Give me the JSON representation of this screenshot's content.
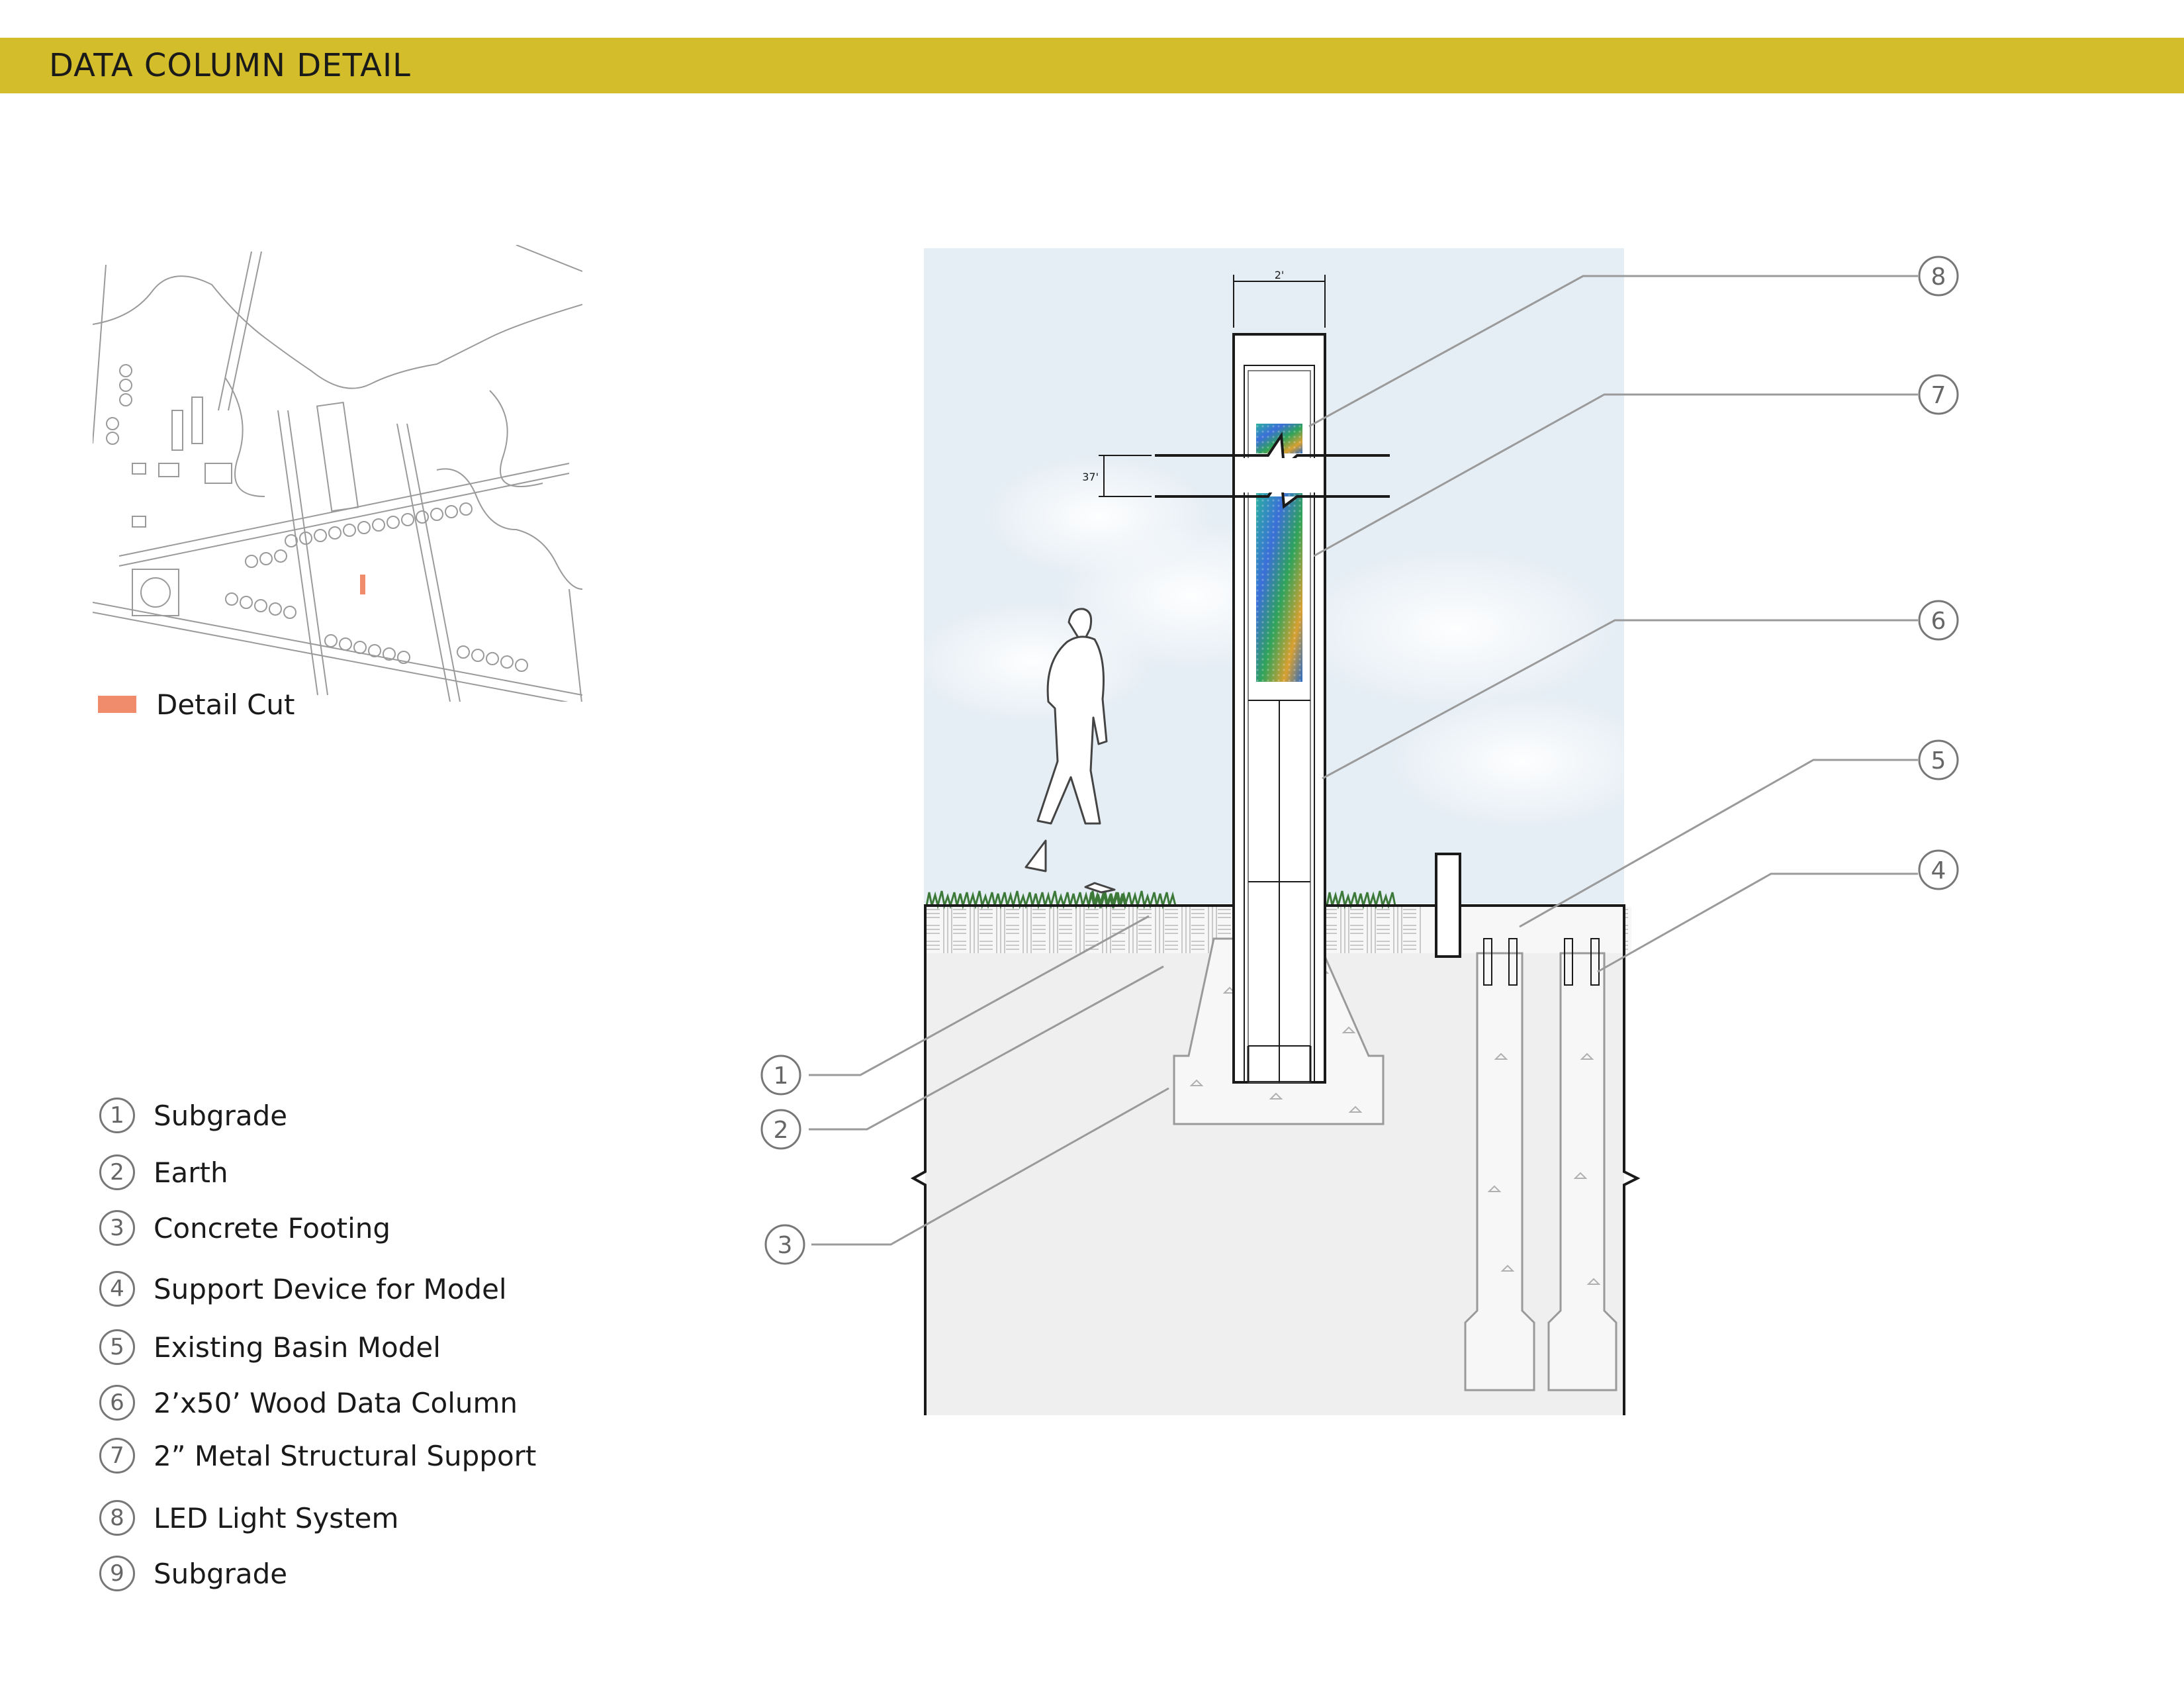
{
  "header": {
    "title": "DATA COLUMN DETAIL"
  },
  "keymap": {
    "legend_label": "Detail Cut",
    "legend_color": "#f08c6c"
  },
  "key": [
    {
      "number": "1",
      "label": "Subgrade"
    },
    {
      "number": "2",
      "label": "Earth"
    },
    {
      "number": "3",
      "label": "Concrete Footing"
    },
    {
      "number": "4",
      "label": "Support Device for Model"
    },
    {
      "number": "5",
      "label": "Existing Basin Model"
    },
    {
      "number": "6",
      "label": "2’x50’ Wood Data Column"
    },
    {
      "number": "7",
      "label": "2” Metal Structural Support"
    },
    {
      "number": "8",
      "label": "LED Light System"
    },
    {
      "number": "9",
      "label": "Subgrade"
    }
  ],
  "section": {
    "dim_width": "2'",
    "dim_height": "37'",
    "callouts": [
      "1",
      "2",
      "3",
      "4",
      "5",
      "6",
      "7",
      "8"
    ]
  },
  "colors": {
    "header": "#d3bd2b",
    "sky": "#e6eef5",
    "ground": "#f0efef",
    "grass": "#3d7a3a",
    "line": "#1a1a1a",
    "leader": "#9a9a9a"
  }
}
